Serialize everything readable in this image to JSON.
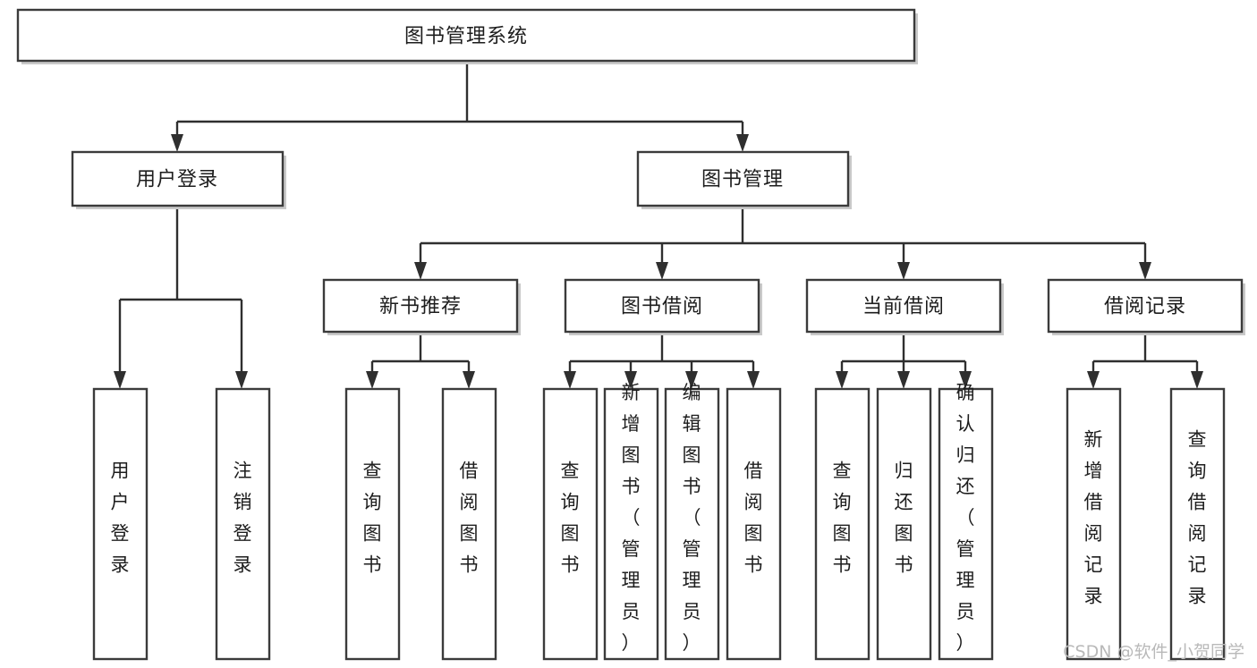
{
  "diagram": {
    "type": "tree-hierarchy-chart",
    "title": "图书管理系统",
    "background_color": "#ffffff",
    "box_stroke_color": "#3b3b3b",
    "connector_color": "#2f2f2f",
    "text_color": "#1d1d1d",
    "root": {
      "id": "root",
      "label": "图书管理系统",
      "orientation": "horizontal"
    },
    "level2": [
      {
        "id": "user-login",
        "label": "用户登录",
        "orientation": "horizontal"
      },
      {
        "id": "book-management",
        "label": "图书管理",
        "orientation": "horizontal"
      }
    ],
    "level3": [
      {
        "id": "new-book-recommend",
        "label": "新书推荐",
        "orientation": "horizontal",
        "parent": "book-management"
      },
      {
        "id": "book-borrow",
        "label": "图书借阅",
        "orientation": "horizontal",
        "parent": "book-management"
      },
      {
        "id": "current-borrow",
        "label": "当前借阅",
        "orientation": "horizontal",
        "parent": "book-management"
      },
      {
        "id": "borrow-record",
        "label": "借阅记录",
        "orientation": "horizontal",
        "parent": "book-management"
      }
    ],
    "leaves": [
      {
        "id": "leaf-user-login",
        "label": "用户登录",
        "parent": "user-login",
        "orientation": "vertical"
      },
      {
        "id": "leaf-user-logout",
        "label": "注销登录",
        "parent": "user-login",
        "orientation": "vertical"
      },
      {
        "id": "leaf-query-book-1",
        "label": "查询图书",
        "parent": "new-book-recommend",
        "orientation": "vertical"
      },
      {
        "id": "leaf-borrow-book-1",
        "label": "借阅图书",
        "parent": "new-book-recommend",
        "orientation": "vertical"
      },
      {
        "id": "leaf-query-book-2",
        "label": "查询图书",
        "parent": "book-borrow",
        "orientation": "vertical"
      },
      {
        "id": "leaf-add-book",
        "label": "新增图书（管理员）",
        "parent": "book-borrow",
        "orientation": "vertical"
      },
      {
        "id": "leaf-edit-book",
        "label": "编辑图书（管理员）",
        "parent": "book-borrow",
        "orientation": "vertical"
      },
      {
        "id": "leaf-borrow-book-2",
        "label": "借阅图书",
        "parent": "book-borrow",
        "orientation": "vertical"
      },
      {
        "id": "leaf-query-book-3",
        "label": "查询图书",
        "parent": "current-borrow",
        "orientation": "vertical"
      },
      {
        "id": "leaf-return-book",
        "label": "归还图书",
        "parent": "current-borrow",
        "orientation": "vertical"
      },
      {
        "id": "leaf-confirm-return",
        "label": "确认归还（管理员）",
        "parent": "current-borrow",
        "orientation": "vertical"
      },
      {
        "id": "leaf-add-record",
        "label": "新增借阅记录",
        "parent": "borrow-record",
        "orientation": "vertical"
      },
      {
        "id": "leaf-query-record",
        "label": "查询借阅记录",
        "parent": "borrow-record",
        "orientation": "vertical"
      }
    ]
  },
  "watermark": {
    "text": "CSDN @软件_小贺同学",
    "color": "#b9b9b9"
  }
}
